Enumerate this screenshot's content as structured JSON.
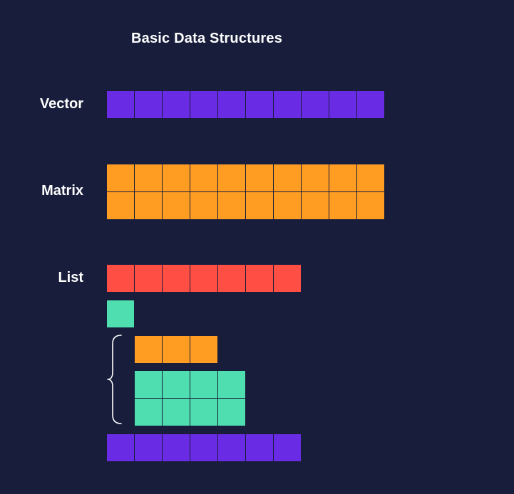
{
  "title": "Basic Data Structures",
  "colors": {
    "background": "#171d3b",
    "purple": "#6a2be4",
    "orange": "#ff9d22",
    "red": "#ff4f44",
    "teal": "#4edeb0",
    "text": "#ffffff"
  },
  "structures": {
    "vector": {
      "label": "Vector",
      "columns": 10,
      "rows": 1,
      "color": "purple"
    },
    "matrix": {
      "label": "Matrix",
      "columns": 10,
      "rows": 2,
      "color": "orange"
    },
    "list": {
      "label": "List",
      "components": [
        {
          "name": "list-vector-red",
          "columns": 7,
          "rows": 1,
          "color": "red"
        },
        {
          "name": "list-scalar-teal",
          "columns": 1,
          "rows": 1,
          "color": "teal"
        },
        {
          "name": "list-nested-vector-orange",
          "columns": 3,
          "rows": 1,
          "color": "orange",
          "nested": true
        },
        {
          "name": "list-nested-matrix-teal",
          "columns": 4,
          "rows": 2,
          "color": "teal",
          "nested": true
        },
        {
          "name": "list-vector-purple",
          "columns": 7,
          "rows": 1,
          "color": "purple"
        }
      ]
    }
  }
}
